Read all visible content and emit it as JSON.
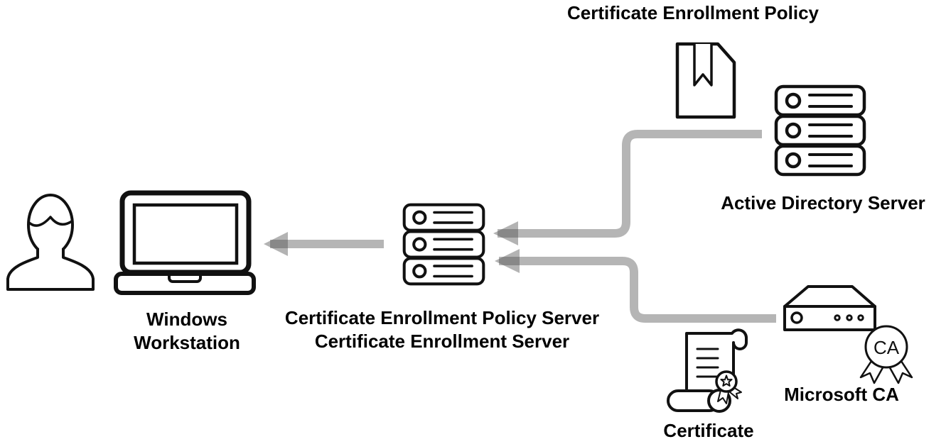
{
  "diagram": {
    "title": "Certificate Enrollment Policy",
    "nodes": {
      "workstation": {
        "icon": "laptop-icon",
        "label_line1": "Windows",
        "label_line2": "Workstation"
      },
      "user": {
        "icon": "user-icon"
      },
      "enrollment_policy_server": {
        "icon": "server-rack-icon",
        "label_line1": "Certificate Enrollment Policy Server",
        "label_line2": "Certificate Enrollment Server"
      },
      "policy_document": {
        "icon": "bookmark-document-icon"
      },
      "active_directory": {
        "icon": "server-rack-icon",
        "label": "Active Directory Server"
      },
      "microsoft_ca": {
        "icon": "appliance-icon",
        "label": "Microsoft CA",
        "badge": "CA"
      },
      "certificate": {
        "icon": "certificate-scroll-icon",
        "label": "Certificate"
      }
    },
    "connectors": [
      {
        "from": "enrollment_policy_server",
        "to": "workstation",
        "style": "arrow-left"
      },
      {
        "from": "active_directory",
        "to": "enrollment_policy_server",
        "style": "elbow-arrow-left"
      },
      {
        "from": "microsoft_ca",
        "to": "enrollment_policy_server",
        "style": "elbow-arrow-left"
      }
    ],
    "colors": {
      "stroke": "#111111",
      "connector": "#b5b5b5",
      "arrowhead": "#4a4a4a",
      "background": "#ffffff",
      "text": "#000000"
    }
  }
}
